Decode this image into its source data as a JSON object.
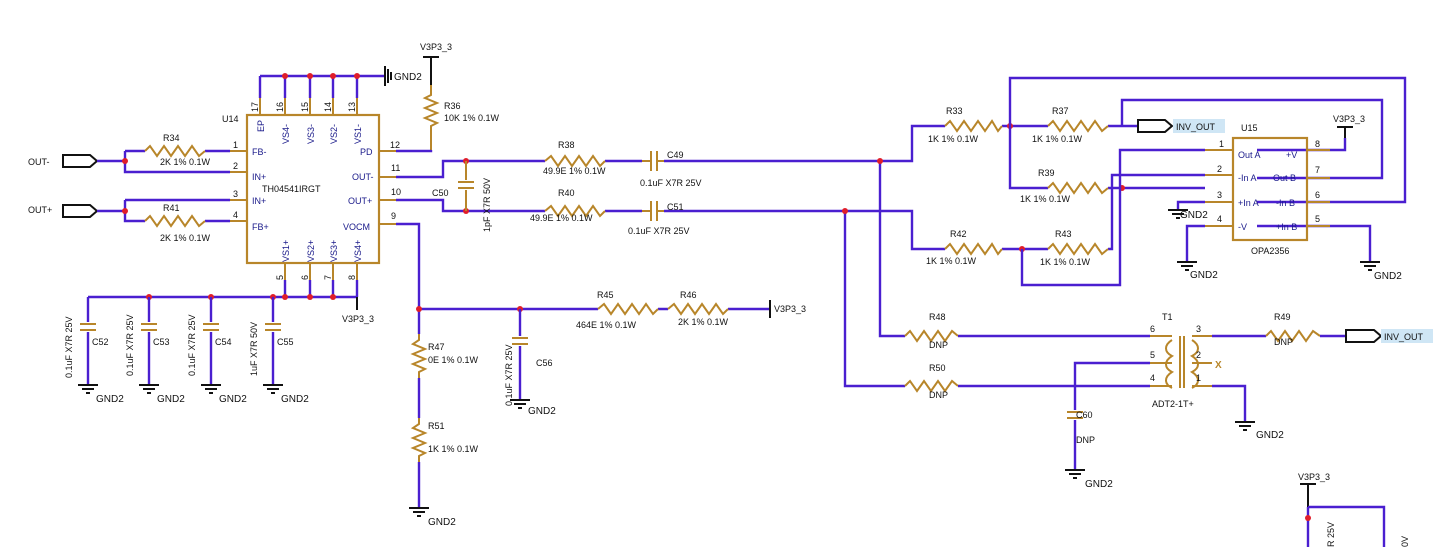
{
  "colors": {
    "wire": "#4a1fd0",
    "component": "#b8862a",
    "junction": "#e01e2a",
    "label_bg": "#cfe6f5"
  },
  "nets": {
    "v3p3": "V3P3_3",
    "gnd": "GND2",
    "out_minus": "OUT-",
    "out_plus": "OUT+",
    "inv_out": "INV_OUT",
    "v3p3_partial": "V3P3_3"
  },
  "u14": {
    "ref": "U14",
    "part": "TH04541IRGT",
    "pins": {
      "p1": "1",
      "p2": "2",
      "p3": "3",
      "p4": "4",
      "p5": "5",
      "p6": "6",
      "p7": "7",
      "p8": "8",
      "p9": "9",
      "p10": "10",
      "p11": "11",
      "p12": "12",
      "p13": "13",
      "p14": "14",
      "p15": "15",
      "p16": "16",
      "p17": "17"
    },
    "pin_names": {
      "fbm": "FB-",
      "inp1": "IN+",
      "inp2": "IN+",
      "fbp": "FB+",
      "ep": "EP",
      "vs4m": "VS4-",
      "vs3m": "VS3-",
      "vs2m": "VS2-",
      "vs1m": "VS1-",
      "pd": "PD",
      "outm": "OUT-",
      "outp": "OUT+",
      "vocm": "VOCM",
      "vs1p": "VS1+",
      "vs2p": "VS2+",
      "vs3p": "VS3+",
      "vs4p": "VS4+"
    }
  },
  "u15": {
    "ref": "U15",
    "part": "OPA2356",
    "pins": {
      "p1": "1",
      "p2": "2",
      "p3": "3",
      "p4": "4",
      "p5": "5",
      "p6": "6",
      "p7": "7",
      "p8": "8"
    },
    "pin_names": {
      "outa": "Out A",
      "ina_m": "-In A",
      "ina_p": "+In A",
      "vneg": "-V",
      "vpos": "+V",
      "outb": "Out B",
      "inb_m": "-In B",
      "inb_p": "+In B"
    }
  },
  "t1": {
    "ref": "T1",
    "part": "ADT2-1T+",
    "pins": {
      "p1": "1",
      "p2": "2",
      "p3": "3",
      "p4": "4",
      "p5": "5",
      "p6": "6"
    },
    "nc_mark": "X"
  },
  "resistors": {
    "r34": {
      "ref": "R34",
      "value": "2K 1% 0.1W"
    },
    "r41": {
      "ref": "R41",
      "value": "2K 1% 0.1W"
    },
    "r36": {
      "ref": "R36",
      "value": "10K 1% 0.1W"
    },
    "r38": {
      "ref": "R38",
      "value": "49.9E 1% 0.1W"
    },
    "r40": {
      "ref": "R40",
      "value": "49.9E 1% 0.1W"
    },
    "r45": {
      "ref": "R45",
      "value": "464E 1% 0.1W"
    },
    "r46": {
      "ref": "R46",
      "value": "2K 1% 0.1W"
    },
    "r47": {
      "ref": "R47",
      "value": "0E 1% 0.1W"
    },
    "r51": {
      "ref": "R51",
      "value": "1K 1% 0.1W"
    },
    "r33": {
      "ref": "R33",
      "value": "1K 1% 0.1W"
    },
    "r37": {
      "ref": "R37",
      "value": "1K 1% 0.1W"
    },
    "r39": {
      "ref": "R39",
      "value": "1K 1% 0.1W"
    },
    "r42": {
      "ref": "R42",
      "value": "1K 1% 0.1W"
    },
    "r43": {
      "ref": "R43",
      "value": "1K 1% 0.1W"
    },
    "r48": {
      "ref": "R48",
      "value": "DNP"
    },
    "r49": {
      "ref": "R49",
      "value": "DNP"
    },
    "r50": {
      "ref": "R50",
      "value": "DNP"
    }
  },
  "capacitors": {
    "c49": {
      "ref": "C49",
      "value": "0.1uF X7R 25V"
    },
    "c51": {
      "ref": "C51",
      "value": "0.1uF X7R 25V"
    },
    "c50": {
      "ref": "C50",
      "value": "1pF X7R 50V"
    },
    "c52": {
      "ref": "C52",
      "value": "0.1uF X7R 25V"
    },
    "c53": {
      "ref": "C53",
      "value": "0.1uF X7R 25V"
    },
    "c54": {
      "ref": "C54",
      "value": "0.1uF X7R 25V"
    },
    "c55": {
      "ref": "C55",
      "value": "1uF X7R 50V"
    },
    "c56": {
      "ref": "C56",
      "value": "0.1uF X7R 25V"
    },
    "c60": {
      "ref": "C60",
      "value": "DNP"
    }
  },
  "partial": {
    "cap_a": "R 25V",
    "cap_b": "0V"
  }
}
